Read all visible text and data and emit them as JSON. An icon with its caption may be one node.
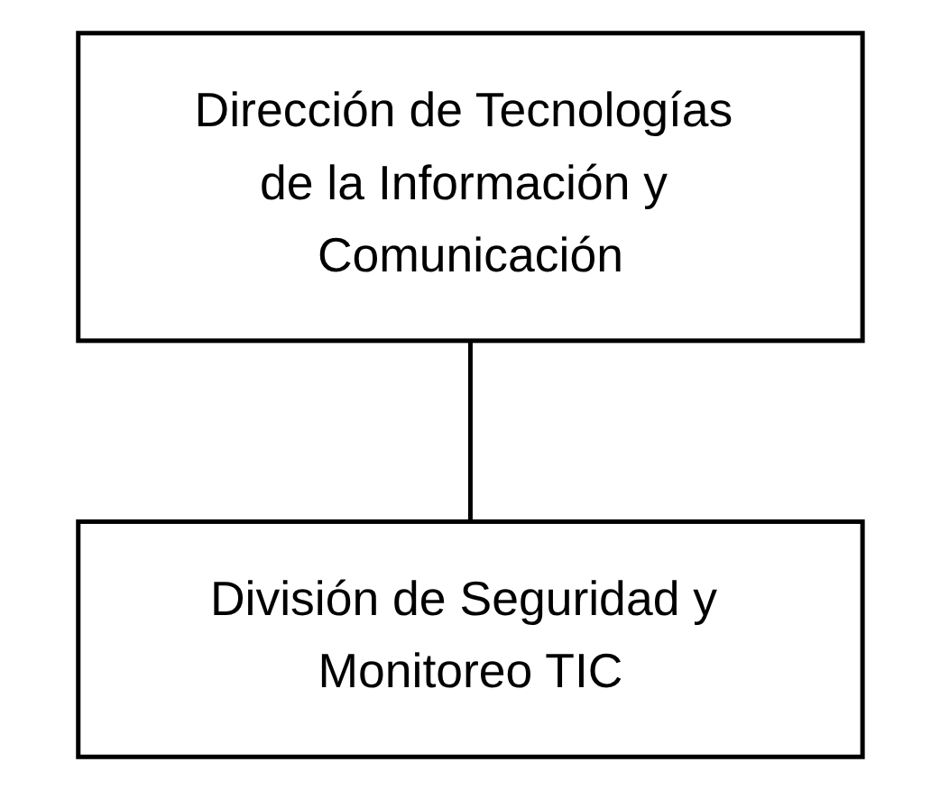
{
  "diagram": {
    "nodes": [
      {
        "text": [
          "Dirección de Tecnologías de la Información y Comunicación"
        ]
      },
      {
        "text": [
          "División de Seguridad y Monitoreo TIC"
        ]
      }
    ],
    "edges": [
      {
        "from": 0,
        "to": 1,
        "arrow": "none"
      }
    ]
  }
}
